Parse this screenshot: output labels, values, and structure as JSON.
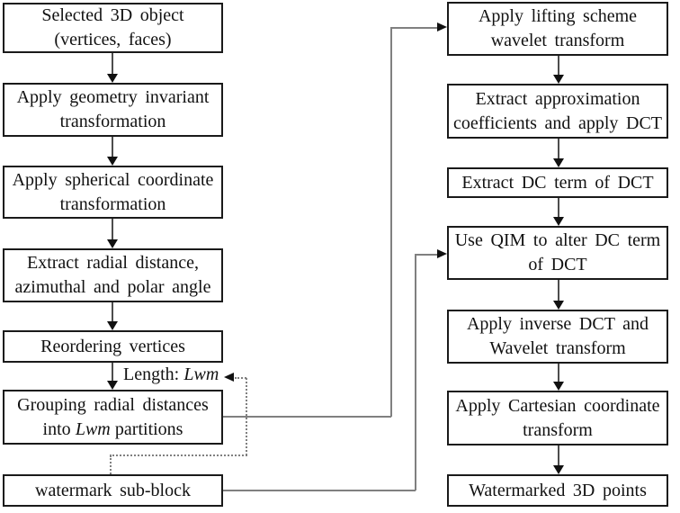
{
  "figure": {
    "colors": {
      "background": "#ffffff",
      "box_border": "#1a1a1a",
      "box_fill": "#ffffff",
      "text": "#111111",
      "connector_gray": "#808080",
      "arrowhead_black": "#111111"
    },
    "left": {
      "box1": {
        "line1": "Selected 3D object",
        "line2": "(vertices, faces)"
      },
      "box2": {
        "line1": "Apply geometry invariant",
        "line2": "transformation"
      },
      "box3": {
        "line1": "Apply spherical coordinate",
        "line2": "transformation"
      },
      "box4": {
        "line1": "Extract radial distance,",
        "line2": "azimuthal and polar angle"
      },
      "box5": {
        "line1": "Reordering vertices"
      },
      "box6": {
        "line1": "Grouping radial distances",
        "line2_pre": "into",
        "line2_var": "Lwm",
        "line2_post": "partitions"
      },
      "box7": {
        "line1": "watermark sub-block"
      }
    },
    "right": {
      "box1": {
        "line1": "Apply lifting scheme",
        "line2": "wavelet transform"
      },
      "box2": {
        "line1": "Extract approximation",
        "line2": "coefficients and apply DCT"
      },
      "box3": {
        "line1": "Extract DC term of DCT"
      },
      "box4": {
        "line1": "Use QIM to alter DC term",
        "line2": "of DCT"
      },
      "box5": {
        "line1": "Apply inverse DCT and",
        "line2": "Wavelet transform"
      },
      "box6": {
        "line1": "Apply Cartesian coordinate",
        "line2": "transform"
      },
      "box7": {
        "line1": "Watermarked 3D points"
      }
    },
    "annotations": {
      "length_label": {
        "prefix": "Length:",
        "variable": "Lwm"
      }
    }
  }
}
